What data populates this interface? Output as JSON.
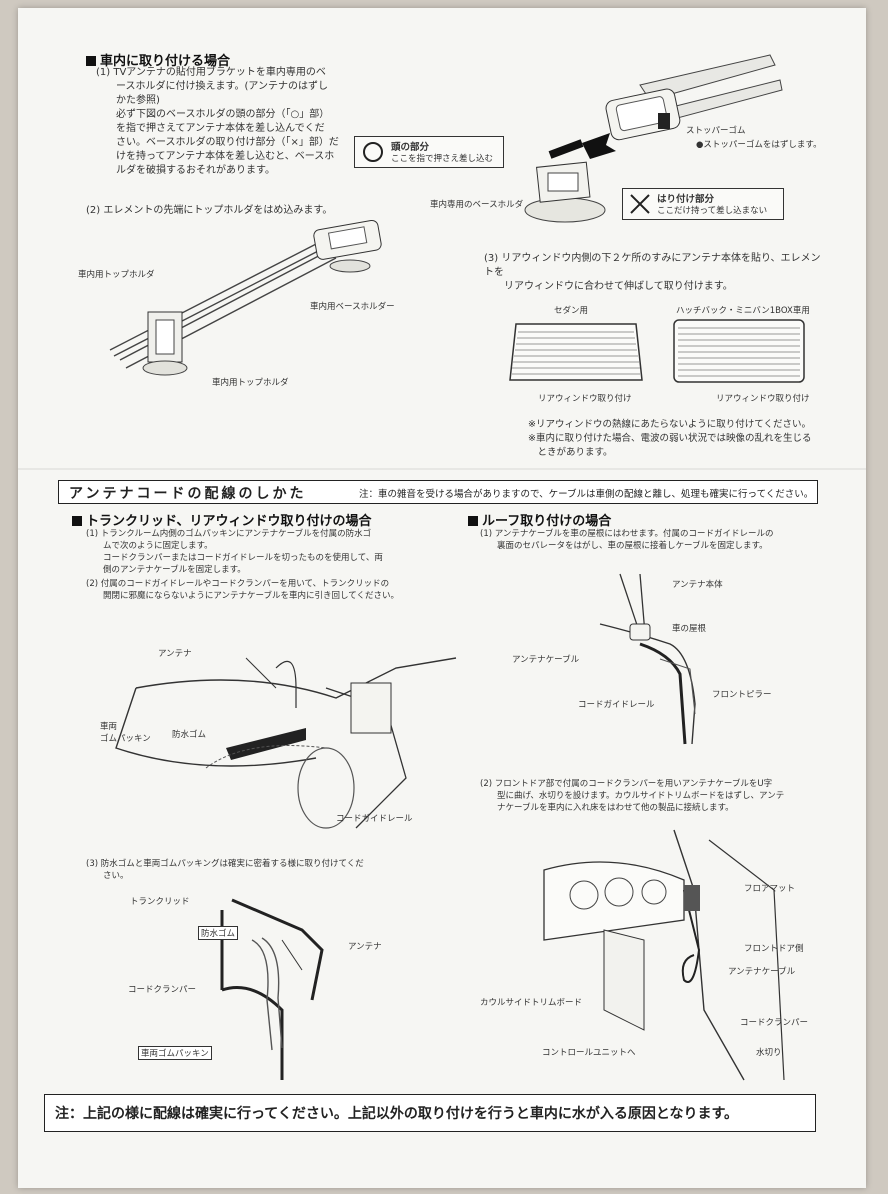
{
  "section1": {
    "heading": "車内に取り付ける場合",
    "step1": "(1) TVアンテナの貼付用ブラケットを車内専用のベ\n　　ースホルダに付け換えます。(アンテナのはずし\n　　かた参照)\n　　必ず下図のベースホルダの頭の部分（「○」部）\n　　を指で押さえてアンテナ本体を差し込んでくだ\n　　さい。ベースホルダの取り付け部分（「×」部）だ\n　　けを持ってアンテナ本体を差し込むと、ベースホ\n　　ルダを破損するおそれがあります。",
    "step2": "(2) エレメントの先端にトップホルダをはめ込みます。",
    "step3": "(3) リアウィンドウ内側の下２ケ所のすみにアンテナ本体を貼り、エレメントを\n　　リアウィンドウに合わせて伸ばして取り付けます。",
    "circle_title": "頭の部分",
    "circle_desc": "ここを指で押さえ差し込む",
    "cross_title": "はり付け部分",
    "cross_desc": "ここだけ持って差し込まない",
    "stopper": "ストッパーゴム",
    "stopper_note": "●ストッパーゴムをはずします。",
    "base_holder_caption": "車内専用のベースホルダ",
    "top_holder_1": "車内用トップホルダ",
    "base_holder_2": "車内用ベースホルダー",
    "top_holder_2": "車内用トップホルダ",
    "sedan": "セダン用",
    "hatch": "ハッチバック・ミニバン1BOX車用",
    "rear_mount_1": "リアウィンドウ取り付け",
    "rear_mount_2": "リアウィンドウ取り付け",
    "note1": "※リアウィンドウの熱線にあたらないように取り付けてください。",
    "note2": "※車内に取り付けた場合、電波の弱い状況では映像の乱れを生じる\n　ときがあります。"
  },
  "band": {
    "title": "アンテナコードの配線のしかた",
    "note": "注：車の雑音を受ける場合がありますので、ケーブルは車側の配線と離し、処理も確実に行ってください。"
  },
  "trunk": {
    "heading": "トランクリッド、リアウィンドウ取り付けの場合",
    "step1": "(1) トランクルーム内側のゴムパッキンにアンテナケーブルを付属の防水ゴ\n　　ムで次のように固定します。\n　　コードクランパーまたはコードガイドレールを切ったものを使用して、両\n　　側のアンテナケーブルを固定します。",
    "step2": "(2) 付属のコードガイドレールやコードクランパーを用いて、トランクリッドの\n　　開閉に邪魔にならないようにアンテナケーブルを車内に引き回してください。",
    "step3": "(3) 防水ゴムと車両ゴムパッキングは確実に密着する様に取り付けてくだ\n　　さい。",
    "antenna": "アンテナ",
    "gasket": "車両\nゴムパッキン",
    "waterproof": "防水ゴム",
    "guide_rail": "コードガイドレール",
    "trunk_lid": "トランクリッド",
    "waterproof_2": "防水ゴム",
    "antenna_2": "アンテナ",
    "clamper": "コードクランパー",
    "gasket_2": "車両ゴムパッキン"
  },
  "roof": {
    "heading": "ルーフ取り付けの場合",
    "step1": "(1) アンテナケーブルを車の屋根にはわせます。付属のコードガイドレールの\n　　裏面のセパレータをはがし、車の屋根に接着しケーブルを固定します。",
    "step2": "(2) フロントドア部で付属のコードクランパーを用いアンテナケーブルをU字\n　　型に曲げ、水切りを設けます。カウルサイドトリムボードをはずし、アンテ\n　　ナケーブルを車内に入れ床をはわせて他の製品に接続します。",
    "antenna_body": "アンテナ本体",
    "roof": "車の屋根",
    "cable": "アンテナケーブル",
    "front_pillar": "フロントピラー",
    "guide_rail": "コードガイドレール",
    "floor_mat": "フロアマット",
    "front_door": "フロントドア側",
    "cable_2": "アンテナケーブル",
    "cowl": "カウルサイドトリムボード",
    "clamper": "コードクランパー",
    "control_unit": "コントロールユニットへ",
    "drip": "水切り"
  },
  "bottom_note": "注：上記の様に配線は確実に行ってください。上記以外の取り付けを行うと車内に水が入る原因となります。"
}
